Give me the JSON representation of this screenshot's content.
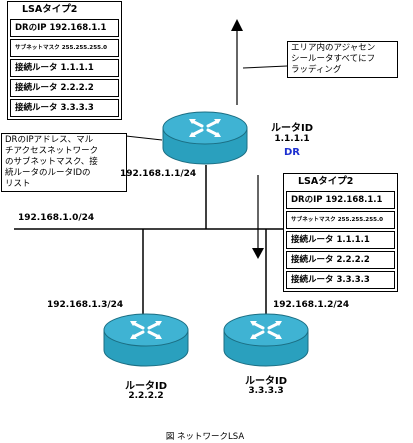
{
  "lsa_box_left": {
    "title": "LSAタイプ2",
    "rows": [
      "DRのIP 192.168.1.1",
      "サブネットマスク 255.255.255.0",
      "接続ルータ 1.1.1.1",
      "接続ルータ 2.2.2.2",
      "接続ルータ 3.3.3.3"
    ]
  },
  "lsa_box_right": {
    "title": "LSAタイプ2",
    "rows": [
      "DRのIP 192.168.1.1",
      "サブネットマスク 255.255.255.0",
      "接続ルータ 1.1.1.1",
      "接続ルータ 2.2.2.2",
      "接続ルータ 3.3.3.3"
    ]
  },
  "callout_flood": "エリア内のアジャセン\nシールータすべてにフ\nラッディング",
  "callout_dr_list": "DRのIPアドレス、マル\nチアクセスネットワーク\nのサブネットマスク、接\n続ルータのルータIDの\nリスト",
  "router_top": {
    "label": "ルータID",
    "id": "1.1.1.1",
    "role": "DR"
  },
  "router_left": {
    "label": "ルータID",
    "id": "2.2.2.2"
  },
  "router_right": {
    "label": "ルータID",
    "id": "3.3.3.3"
  },
  "ip_top": "192.168.1.1/24",
  "ip_network": "192.168.1.0/24",
  "ip_left": "192.168.1.3/24",
  "ip_right": "192.168.1.2/24",
  "caption": "図 ネットワークLSA",
  "colors": {
    "router_body": "#2aa0be",
    "router_top": "#3fb3d3",
    "dr_text": "#1c2fd0"
  }
}
